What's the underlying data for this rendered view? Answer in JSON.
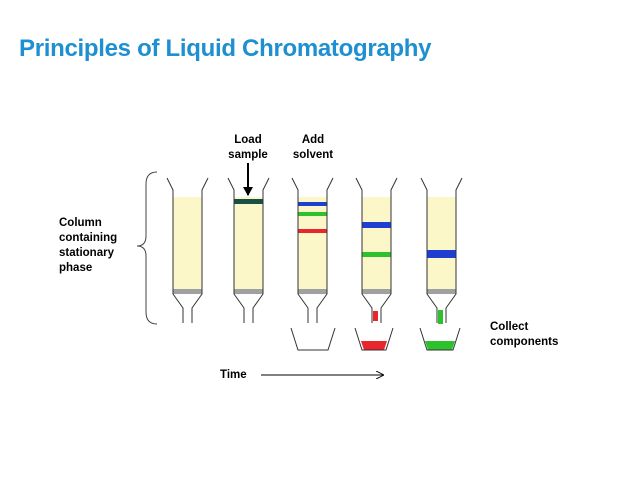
{
  "title": "Principles of Liquid Chromatography",
  "labels": {
    "column_line1": "Column",
    "column_line2": "containing",
    "column_line3": "stationary",
    "column_line4": "phase",
    "load_line1": "Load",
    "load_line2": "sample",
    "add_line1": "Add",
    "add_line2": "solvent",
    "collect_line1": "Collect",
    "collect_line2": "components",
    "time": "Time"
  },
  "colors": {
    "title": "#1e8fd0",
    "stationary_phase": "#fbf7c9",
    "frit": "#a0a0a0",
    "sample_band": "#1a4f48",
    "blue_band": "#1f3fd0",
    "green_band": "#2ec12e",
    "red_band": "#e8262c"
  }
}
